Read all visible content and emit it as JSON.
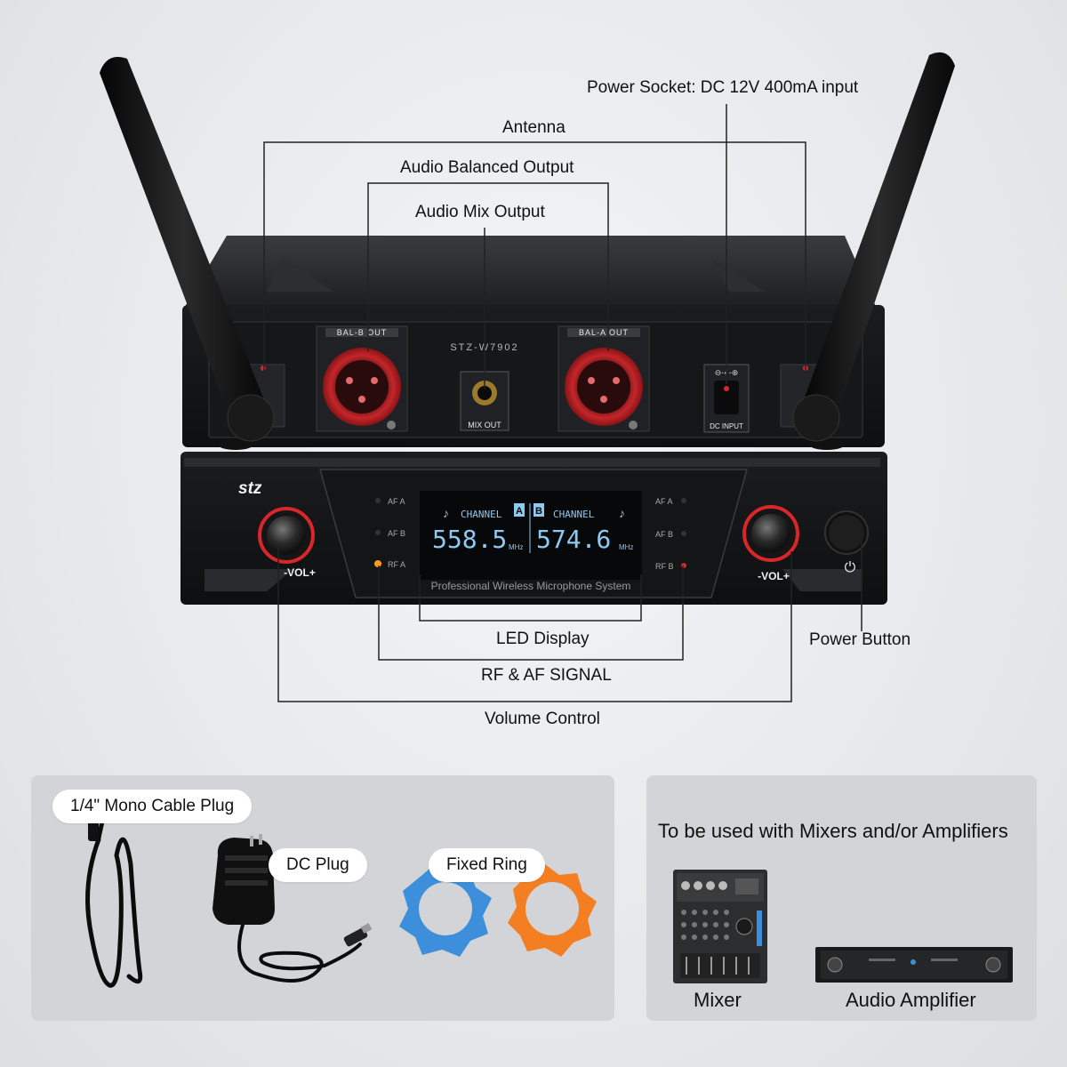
{
  "receiver": {
    "back_model": "STZ-W7902",
    "bal_b_label": "BAL-B OUT",
    "bal_a_label": "BAL-A OUT",
    "mix_out_label": "MIX OUT",
    "dc_input_label": "DC INPUT",
    "brand": "stz",
    "channel_a_label": "CHANNEL",
    "channel_b_label": "CHANNEL",
    "ch_a_letter": "A",
    "ch_b_letter": "B",
    "freq_a": "558.5",
    "freq_b": "574.6",
    "mhz": "MHz",
    "af_a": "AF A",
    "af_b": "AF B",
    "rf_a": "RF A",
    "rf_b": "RF B",
    "vol_left": "-VOL+",
    "vol_right": "-VOL+",
    "front_caption": "Professional Wireless Microphone System"
  },
  "callouts": {
    "power_socket": "Power Socket: DC 12V 400mA input",
    "antenna": "Antenna",
    "audio_balanced": "Audio Balanced Output",
    "audio_mix": "Audio Mix Output",
    "led_display": "LED Display",
    "rf_af": "RF & AF SIGNAL",
    "volume": "Volume Control",
    "power_button": "Power Button"
  },
  "accessories": {
    "mono_plug": "1/4\" Mono Cable Plug",
    "dc_plug": "DC Plug",
    "fixed_ring": "Fixed Ring"
  },
  "compat": {
    "title": "To be used with Mixers and/or Amplifiers",
    "mixer": "Mixer",
    "amplifier": "Audio Amplifier"
  },
  "colors": {
    "accent_red": "#d8262a",
    "ring_blue": "#3e8fdb",
    "ring_orange": "#f47f22",
    "lcd": "#8ec9f0"
  }
}
